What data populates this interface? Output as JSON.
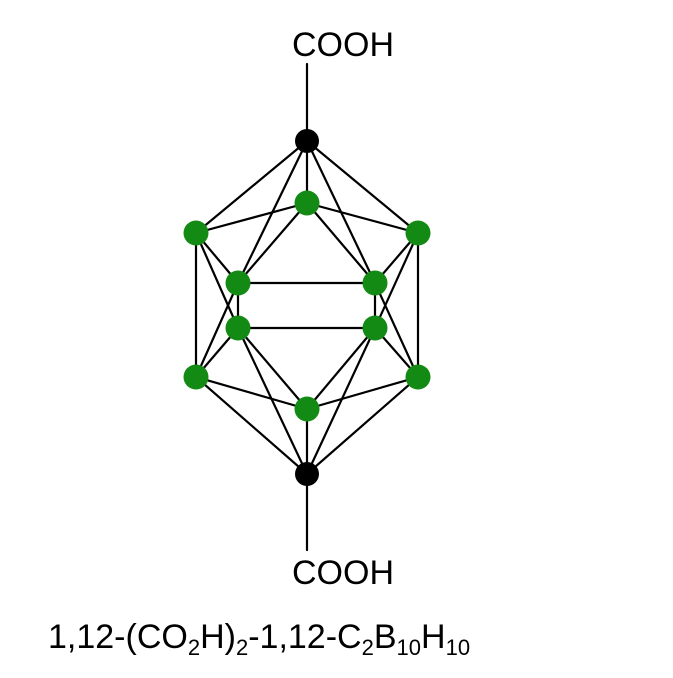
{
  "labels": {
    "top_group": "COOH",
    "bottom_group": "COOH"
  },
  "formula": {
    "p1": "1,12-(CO",
    "s1": "2",
    "p2": "H)",
    "s2": "2",
    "p3": "-1,12-C",
    "s3": "2",
    "p4": "B",
    "s4": "10",
    "p5": "H",
    "s5": "10"
  },
  "colors": {
    "carbon": "#000000",
    "boron": "#138a13",
    "bond": "#000000"
  }
}
